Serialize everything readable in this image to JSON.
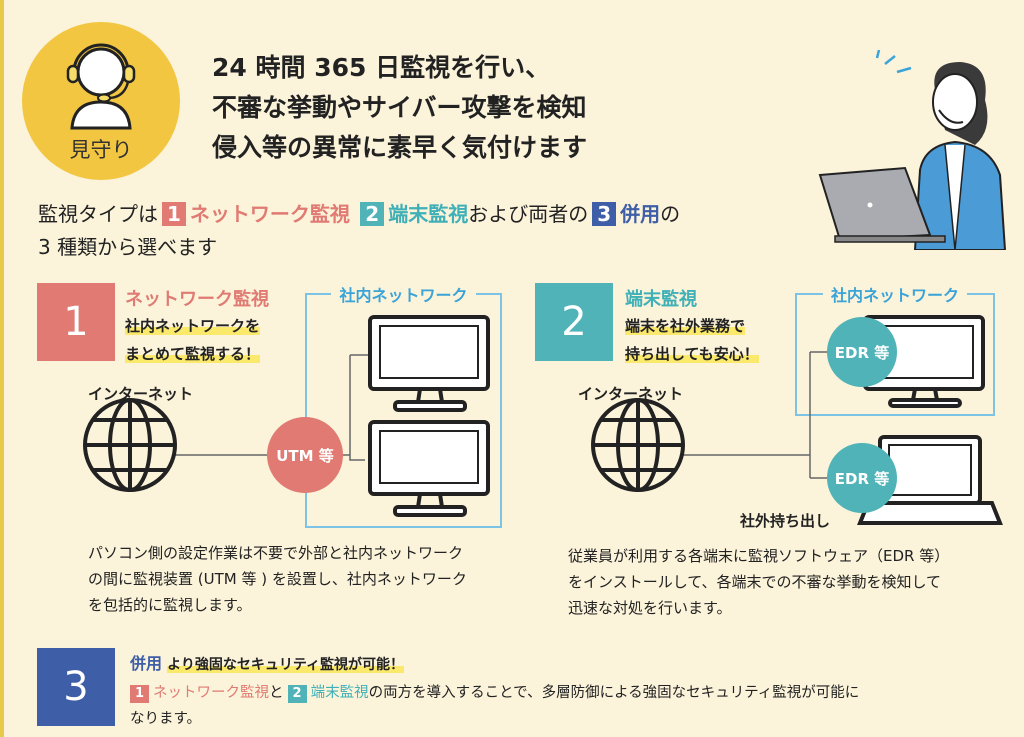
{
  "header": {
    "badge_label": "見守り",
    "headline": [
      "24 時間 365 日監視を行い、",
      "不審な挙動やサイバー攻撃を検知",
      "侵入等の異常に素早く気付けます"
    ]
  },
  "types": {
    "prefix": "監視タイプは",
    "n1": "1",
    "t1": "ネットワーク監視",
    "n2": "2",
    "t2": "端末監視",
    "mid": "および両者の",
    "n3": "3",
    "t3": "併用",
    "suffix": "の",
    "line2": "3 種類から選べます"
  },
  "section1": {
    "number": "1",
    "title": "ネットワーク監視",
    "catch": [
      "社内ネットワークを",
      "まとめて監視する！"
    ],
    "internet_label": "インターネット",
    "network_label": "社内ネットワーク",
    "device_label": "UTM 等",
    "description": [
      "パソコン側の設定作業は不要で外部と社内ネットワーク",
      "の間に監視装置 (UTM 等 ) を設置し、社内ネットワーク",
      "を包括的に監視します。"
    ]
  },
  "section2": {
    "number": "2",
    "title": "端末監視",
    "catch": [
      "端末を社外業務で",
      "持ち出しても安心！"
    ],
    "internet_label": "インターネット",
    "network_label": "社内ネットワーク",
    "device_label": "EDR 等",
    "device_label2": "EDR 等",
    "outside_label": "社外持ち出し",
    "description": [
      "従業員が利用する各端末に監視ソフトウェア（EDR 等）",
      "をインストールして、各端末での不審な挙動を検知して",
      "迅速な対処を行います。"
    ]
  },
  "section3": {
    "number": "3",
    "title": "併用",
    "catch": "より強固なセキュリティ監視が可能！",
    "n1": "1",
    "t1": "ネットワーク監視",
    "and": "と",
    "n2": "2",
    "t2": "端末監視",
    "body": "の両方を導入することで、多層防御による強固なセキュリティ監視が可能に",
    "body2": "なります。"
  },
  "colors": {
    "red": "#e07a72",
    "teal": "#4fb3b8",
    "navy": "#3f5ea8",
    "yellow": "#f2c641"
  }
}
